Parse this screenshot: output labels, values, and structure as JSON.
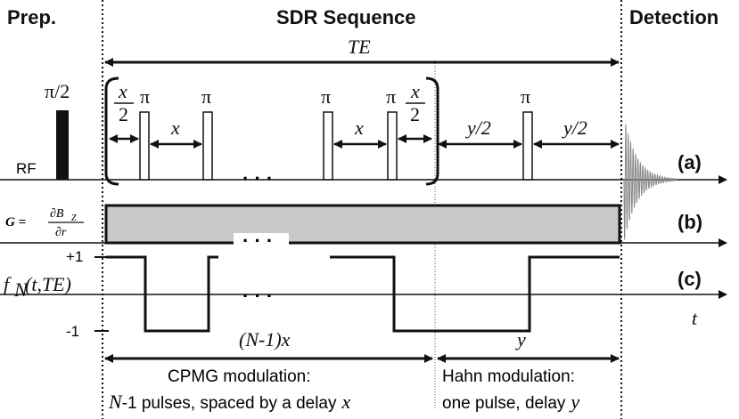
{
  "headers": {
    "prep": "Prep.",
    "sequence": "SDR Sequence",
    "detection": "Detection"
  },
  "te_label": "TE",
  "rf": {
    "label": "RF",
    "prep_pulse": "π/2",
    "pi": "π",
    "half_x": "x",
    "half_den": "2",
    "x": "x",
    "y_half_left": "y/2",
    "y_half_right": "y/2",
    "dots": "· · ·",
    "row_id": "(a)"
  },
  "gradient": {
    "label_lhs": "G =",
    "label_num": "∂B",
    "label_sub": "Z",
    "label_den": "∂r",
    "row_id": "(b)",
    "dots": "· · ·"
  },
  "modulation": {
    "plus_one": "+1",
    "minus_one": "-1",
    "fn_label": "f",
    "fn_sub": "N",
    "fn_args": "(t,TE)",
    "dots": "· · ·",
    "row_id": "(c)",
    "t_axis": "t"
  },
  "spans": {
    "nminus1x": "(N-1)x",
    "y": "y"
  },
  "captions": {
    "cpmg_line1": "CPMG modulation:",
    "cpmg_line2_n": "N",
    "cpmg_line2_rest": "-1 pulses, spaced by a delay",
    "cpmg_line2_x": "x",
    "hahn_line1": "Hahn modulation:",
    "hahn_line2": "one pulse, delay",
    "hahn_line2_y": "y"
  }
}
